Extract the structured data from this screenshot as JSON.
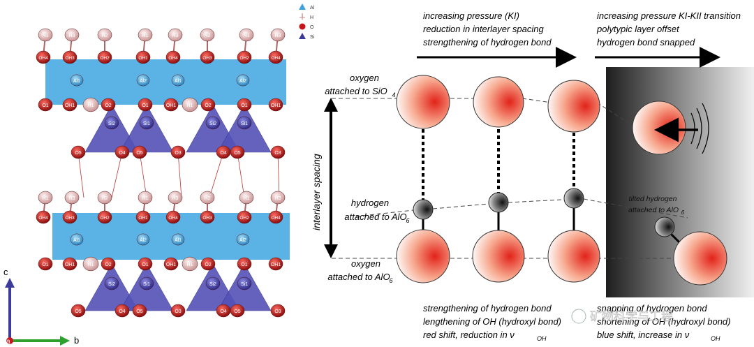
{
  "legend": {
    "items": [
      {
        "label": "Al",
        "shape": "triangle",
        "color": "#3ba2dd"
      },
      {
        "label": "H",
        "shape": "stick",
        "color": "#c99"
      },
      {
        "label": "O",
        "shape": "ball",
        "color": "#c8151b"
      },
      {
        "label": "Si",
        "shape": "triangle",
        "color": "#3c3b9a"
      }
    ]
  },
  "crystal": {
    "h_labels_top": [
      "H1",
      "H3",
      "H2",
      "H1",
      "H3",
      "H2",
      "H1",
      "H3"
    ],
    "oh_labels": [
      "OH4",
      "OH3",
      "OH2",
      "OH1",
      "OH4",
      "OH3",
      "OH2",
      "OH4"
    ],
    "al_labels": [
      "Al1",
      "Al2",
      "Al1",
      "Al2"
    ],
    "o_labels_mid": [
      "O1",
      "OH1",
      "H1",
      "O2",
      "O1",
      "OH1",
      "H1",
      "O2",
      "O1",
      "OH1"
    ],
    "si_labels": [
      "Si2",
      "Si1",
      "Si2",
      "Si1"
    ],
    "o_labels_base": [
      "O5",
      "O4",
      "O5",
      "O3",
      "O4",
      "O5",
      "O3"
    ],
    "o_labels_base2": [
      "O5",
      "O4",
      "O5",
      "O3",
      "O4",
      "O5",
      "O3"
    ],
    "colors": {
      "octa": "#3ea6e0",
      "tetra": "#5552b8",
      "oxygen": "#c8151b",
      "hydrogen": "#e8b8b8"
    }
  },
  "axes": {
    "c": "c",
    "b": "b",
    "a": "a"
  },
  "header": {
    "left": [
      "increasing pressure (KI)",
      "reduction in interlayer spacing",
      "strengthening of hydrogen bond"
    ],
    "right": [
      "increasing pressure KI-KII transition",
      "polytypic layer offset",
      "hydrogen bond snapped"
    ]
  },
  "labels": {
    "oxygen_si_1": "oxygen",
    "oxygen_si_2": "attached to SiO",
    "oxygen_si_sub": "4",
    "hydrogen_1": "hydrogen",
    "hydrogen_2": "attached to AlO",
    "hydrogen_sub": "6",
    "oxygen_al_1": "oxygen",
    "oxygen_al_2": "attached to AlO",
    "oxygen_al_sub": "6",
    "interlayer": "interlayer spacing",
    "tilted_1": "tilted hydrogen",
    "tilted_2": "attached to AlO",
    "tilted_sub": "6"
  },
  "footer": {
    "left": [
      "strengthening of hydrogen bond",
      "lengthening of OH (hydroxyl bond)",
      "red shift, reduction in ν"
    ],
    "left_sub": "OH",
    "right": [
      "snapping of hydrogen bond",
      "shortening of OH (hydroxyl bond)",
      "blue shift, increase in ν"
    ],
    "right_sub": "OH"
  },
  "watermark": "矿物科学与工程"
}
